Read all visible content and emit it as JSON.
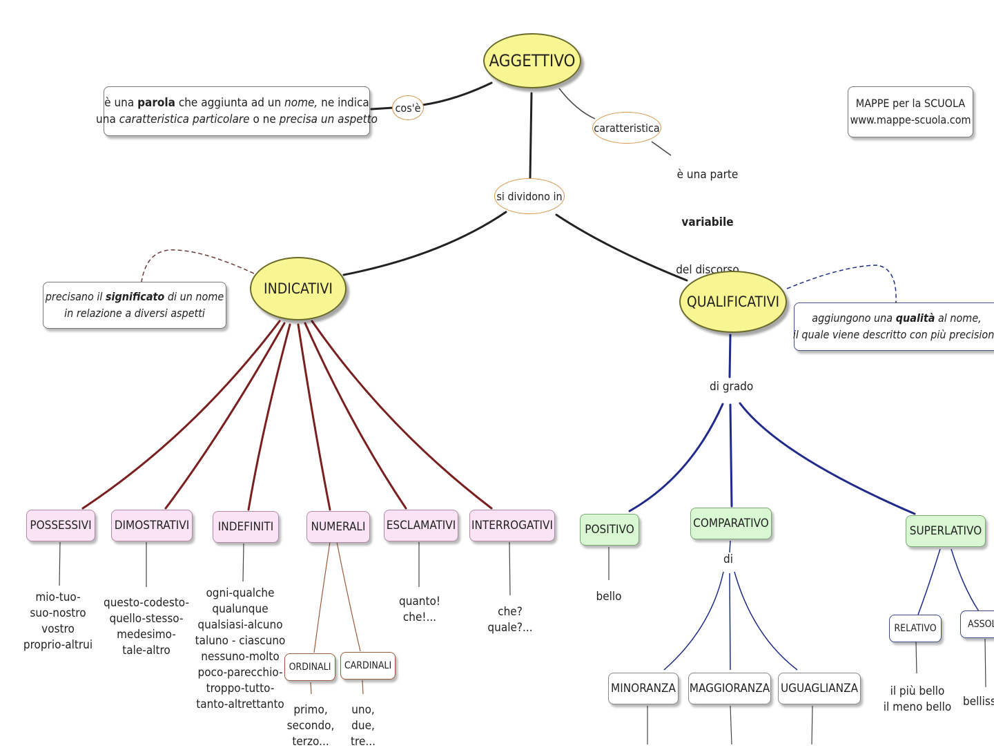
{
  "root": {
    "label": "AGGETTIVO"
  },
  "links": {
    "cose": "cos'è",
    "caratteristica": "caratteristica",
    "si_dividono": "si dividono in",
    "di_grado": "di grado",
    "di": "di"
  },
  "definition": {
    "line1": {
      "pre": "è una ",
      "bold": "parola",
      "mid": " che aggiunta ad un ",
      "ital": "nome,",
      "post": "  ne indica"
    },
    "line2": {
      "pre": "una ",
      "ital1": "caratteristica  particolare",
      "mid": "  o ne ",
      "ital2": "precisa  un aspetto"
    }
  },
  "brand": {
    "line1": "MAPPE per la SCUOLA",
    "line2": "www.mappe-scuola.com"
  },
  "variable_note": {
    "line1": "è una parte",
    "bold": "variabile",
    "line3": "del discorso"
  },
  "indicativi": {
    "label": "INDICATIVI",
    "note": {
      "pre": "precisano il  ",
      "bold": "significato",
      "post": "  di un nome",
      "line2": "in relazione a diversi aspetti"
    }
  },
  "qualificativi": {
    "label": "QUALIFICATIVI",
    "note": {
      "pre": "aggiungono una  ",
      "bold": "qualità",
      "post": "  al nome,",
      "line2": "il quale viene descritto con più precisione"
    }
  },
  "indicativi_types": [
    {
      "label": "POSSESSIVI",
      "examples": "mio-tuo-\nsuo-nostro\nvostro\nproprio-altrui"
    },
    {
      "label": "DIMOSTRATIVI",
      "examples": "questo-codesto-\nquello-stesso-\nmedesimo-\ntale-altro"
    },
    {
      "label": "INDEFINITI",
      "examples": "ogni-qualche\nqualunque\nqualsiasi-alcuno\ntaluno - ciascuno\nnessuno-molto\npoco-parecchio-\ntroppo-tutto-\ntanto-altrettanto"
    },
    {
      "label": "NUMERALI",
      "examples": ""
    },
    {
      "label": "ESCLAMATIVI",
      "examples": "quanto!\nche!..."
    },
    {
      "label": "INTERROGATIVI",
      "examples": "che?\nquale?..."
    }
  ],
  "numerali_sub": [
    {
      "label": "ORDINALI",
      "examples": "primo,\nsecondo,\nterzo..."
    },
    {
      "label": "CARDINALI",
      "examples": "uno,\ndue,\ntre..."
    }
  ],
  "grado": [
    {
      "label": "POSITIVO",
      "examples": "bello"
    },
    {
      "label": "COMPARATIVO",
      "examples": ""
    },
    {
      "label": "SUPERLATIVO",
      "examples": ""
    }
  ],
  "comparativo_sub": [
    {
      "label": "MINORANZA"
    },
    {
      "label": "MAGGIORANZA"
    },
    {
      "label": "UGUAGLIANZA"
    }
  ],
  "superlativo_sub": [
    {
      "label": "RELATIVO",
      "examples": "il più bello\nil meno bello"
    },
    {
      "label": "ASSOL",
      "examples": "bellissi"
    }
  ],
  "colors": {
    "node_fill": "#f8f593",
    "indicativi_wire": "#7a1f1f",
    "qualificativi_wire": "#1f2a8a",
    "pink": "#f9e3f4",
    "green": "#d9f7d2"
  }
}
